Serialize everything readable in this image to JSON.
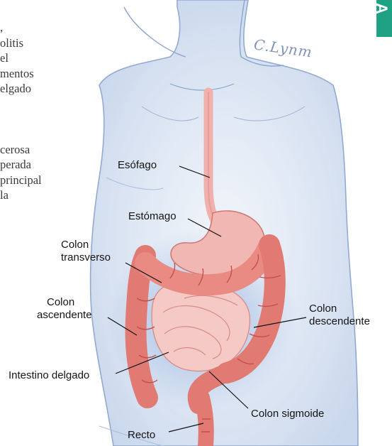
{
  "side_text": {
    "block1": [
      ",",
      "olitis",
      "el",
      "mentos",
      "elgado"
    ],
    "block2": [
      "cerosa",
      "perada",
      "principal",
      "la"
    ]
  },
  "badge_letter": "A",
  "signature": "C.Lynm",
  "labels": {
    "esofago": "Esófago",
    "estomago": "Estómago",
    "colon_transverso_1": "Colon",
    "colon_transverso_2": "transverso",
    "colon_ascendente_1": "Colon",
    "colon_ascendente_2": "ascendente",
    "colon_descendente_1": "Colon",
    "colon_descendente_2": "descendente",
    "intestino_delgado": "Intestino delgado",
    "colon_sigmoide": "Colon sigmoide",
    "recto": "Recto"
  },
  "colors": {
    "badge": "#1fa184",
    "body_outline": "#7f9cc9",
    "body_shade": "#c9d8ee",
    "colon": "#e8837c",
    "colon_dark": "#c9514e",
    "stomach": "#f1b7b3",
    "small_intestine": "#f4c9c6"
  }
}
